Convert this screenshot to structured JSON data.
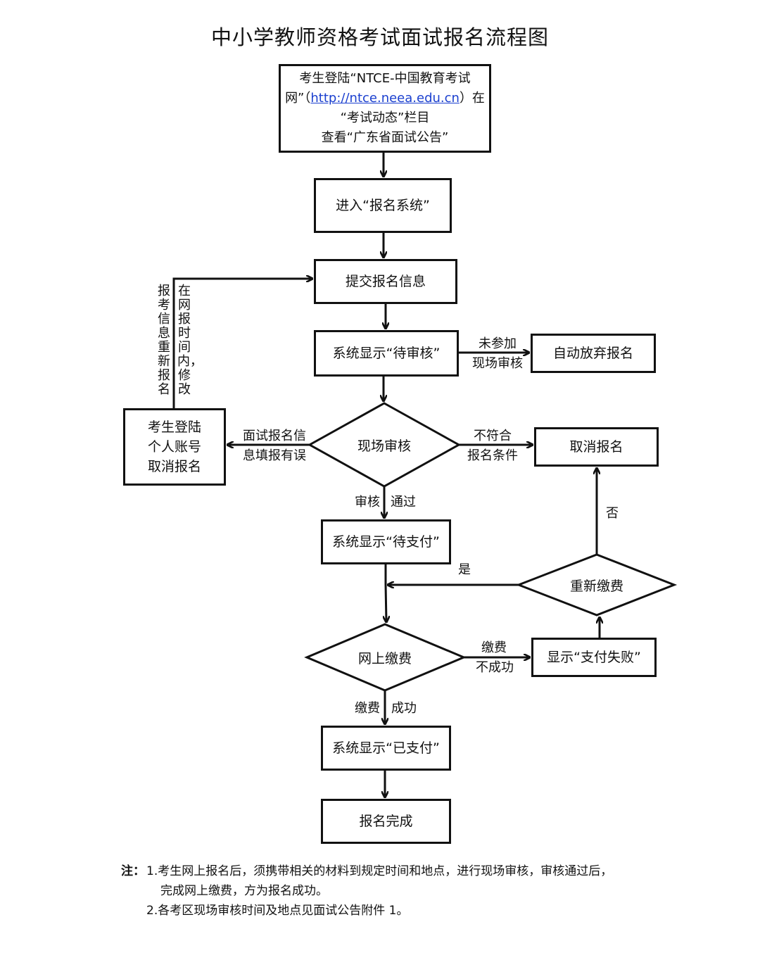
{
  "title": "中小学教师资格考试面试报名流程图",
  "nodes": {
    "start": {
      "line1a": "考生登陆“NTCE-中国教育考试",
      "line2a": "网”（",
      "link": "http://ntce.neea.edu.cn",
      "line2b": "）在",
      "line3": "“考试动态”栏目",
      "line4": "查看“广东省面试公告”"
    },
    "enter_system": "进入“报名系统”",
    "submit_info": "提交报名信息",
    "pending_review": "系统显示“待审核”",
    "auto_abandon": "自动放弃报名",
    "onsite_review": "现场审核",
    "cancel_registration": "取消报名",
    "cancel_self": {
      "line1": "考生登陆",
      "line2": "个人账号",
      "line3": "取消报名"
    },
    "pending_payment": "系统显示“待支付”",
    "repay": "重新缴费",
    "online_payment": "网上缴费",
    "payment_failed": "显示“支付失败”",
    "paid": "系统显示“已支付”",
    "complete": "报名完成"
  },
  "edge_labels": {
    "not_attend_1": "未参加",
    "not_attend_2": "现场审核",
    "not_meet_1": "不符合",
    "not_meet_2": "报名条件",
    "info_error_1": "面试报名信",
    "info_error_2": "息填报有误",
    "reenter_col1": "报考信息重新报名",
    "reenter_col2": "在网报时间内，修改",
    "review_1": "审核",
    "review_2": "通过",
    "no": "否",
    "yes": "是",
    "pay_fail_1": "缴费",
    "pay_fail_2": "不成功",
    "pay_ok_1": "缴费",
    "pay_ok_2": "成功"
  },
  "notes": {
    "prefix": "注：",
    "item1_line1": "1.考生网上报名后，须携带相关的材料到规定时间和地点，进行现场审核，审核通过后，",
    "item1_line2": "完成网上缴费，方为报名成功。",
    "item2": "2.各考区现场审核时间及地点见面试公告附件 1。"
  },
  "colors": {
    "line": "#111111",
    "link": "#1a3fcf"
  }
}
